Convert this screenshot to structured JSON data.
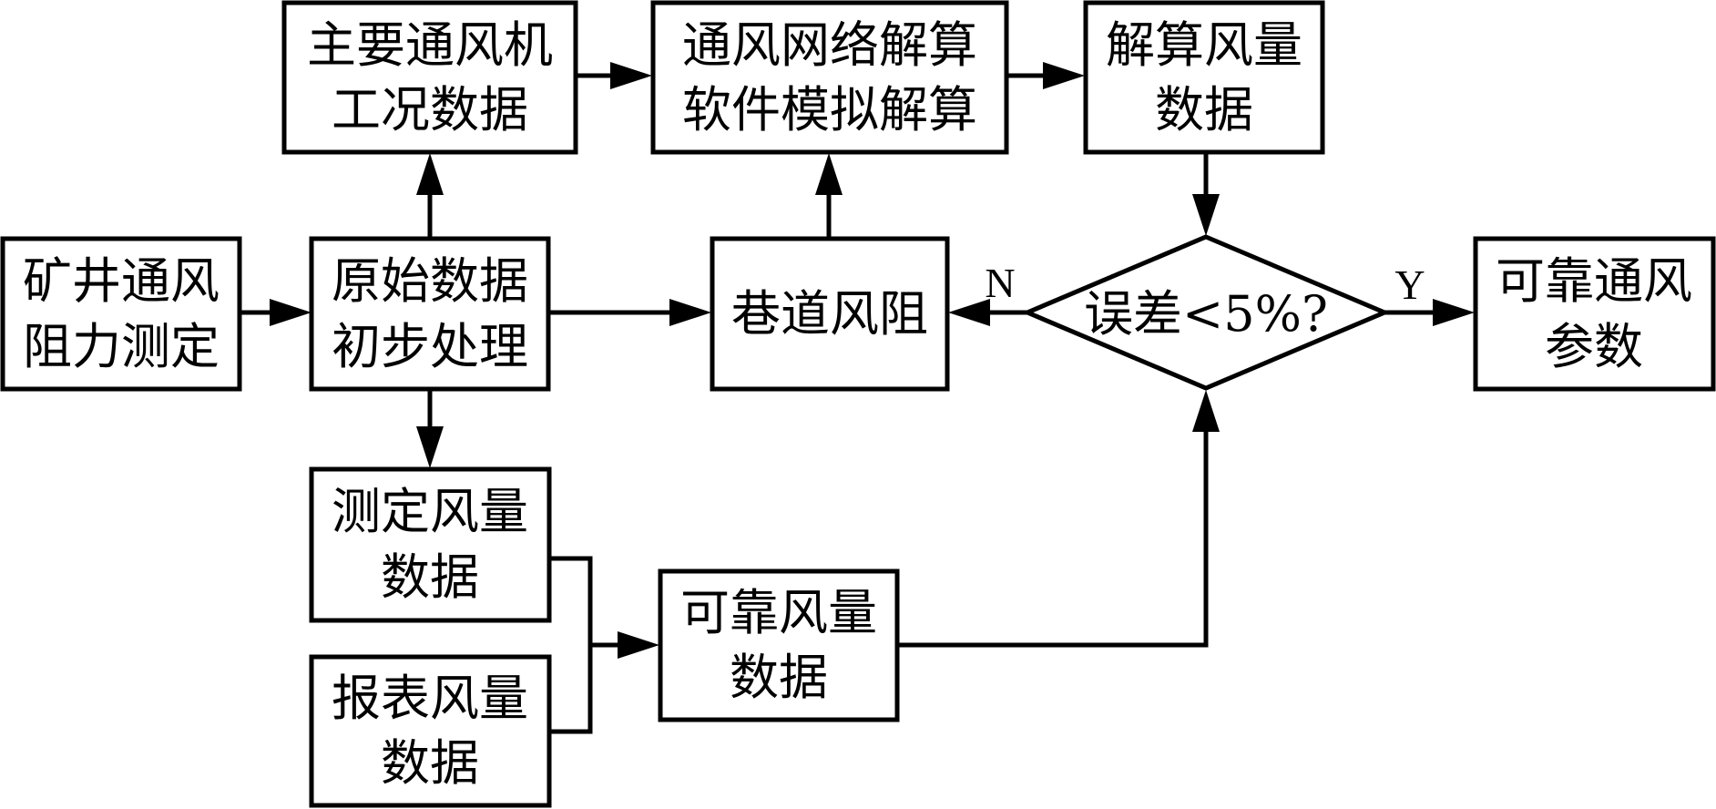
{
  "diagram": {
    "type": "flowchart",
    "nodes": {
      "mine_resistance_test": {
        "lines": [
          "矿井通风",
          "阻力测定"
        ]
      },
      "raw_data_processing": {
        "lines": [
          "原始数据",
          "初步处理"
        ]
      },
      "main_fan_data": {
        "lines": [
          "主要通风机",
          "工况数据"
        ]
      },
      "network_solver": {
        "lines": [
          "通风网络解算",
          "软件模拟解算"
        ]
      },
      "solved_airflow": {
        "lines": [
          "解算风量",
          "数据"
        ]
      },
      "roadway_resistance": {
        "lines": [
          "巷道风阻"
        ]
      },
      "error_check": {
        "lines": [
          "误差<5%?"
        ]
      },
      "reliable_params": {
        "lines": [
          "可靠通风",
          "参数"
        ]
      },
      "measured_airflow": {
        "lines": [
          "测定风量",
          "数据"
        ]
      },
      "reported_airflow": {
        "lines": [
          "报表风量",
          "数据"
        ]
      },
      "reliable_airflow": {
        "lines": [
          "可靠风量",
          "数据"
        ]
      }
    },
    "edge_labels": {
      "no": "N",
      "yes": "Y"
    },
    "edges": [
      {
        "from": "mine_resistance_test",
        "to": "raw_data_processing"
      },
      {
        "from": "raw_data_processing",
        "to": "main_fan_data"
      },
      {
        "from": "raw_data_processing",
        "to": "roadway_resistance"
      },
      {
        "from": "raw_data_processing",
        "to": "measured_airflow"
      },
      {
        "from": "main_fan_data",
        "to": "network_solver"
      },
      {
        "from": "roadway_resistance",
        "to": "network_solver"
      },
      {
        "from": "network_solver",
        "to": "solved_airflow"
      },
      {
        "from": "solved_airflow",
        "to": "error_check"
      },
      {
        "from": "error_check",
        "to": "roadway_resistance",
        "label": "N"
      },
      {
        "from": "error_check",
        "to": "reliable_params",
        "label": "Y"
      },
      {
        "from": "measured_airflow",
        "to": "reliable_airflow"
      },
      {
        "from": "reported_airflow",
        "to": "reliable_airflow"
      },
      {
        "from": "reliable_airflow",
        "to": "error_check"
      }
    ]
  }
}
